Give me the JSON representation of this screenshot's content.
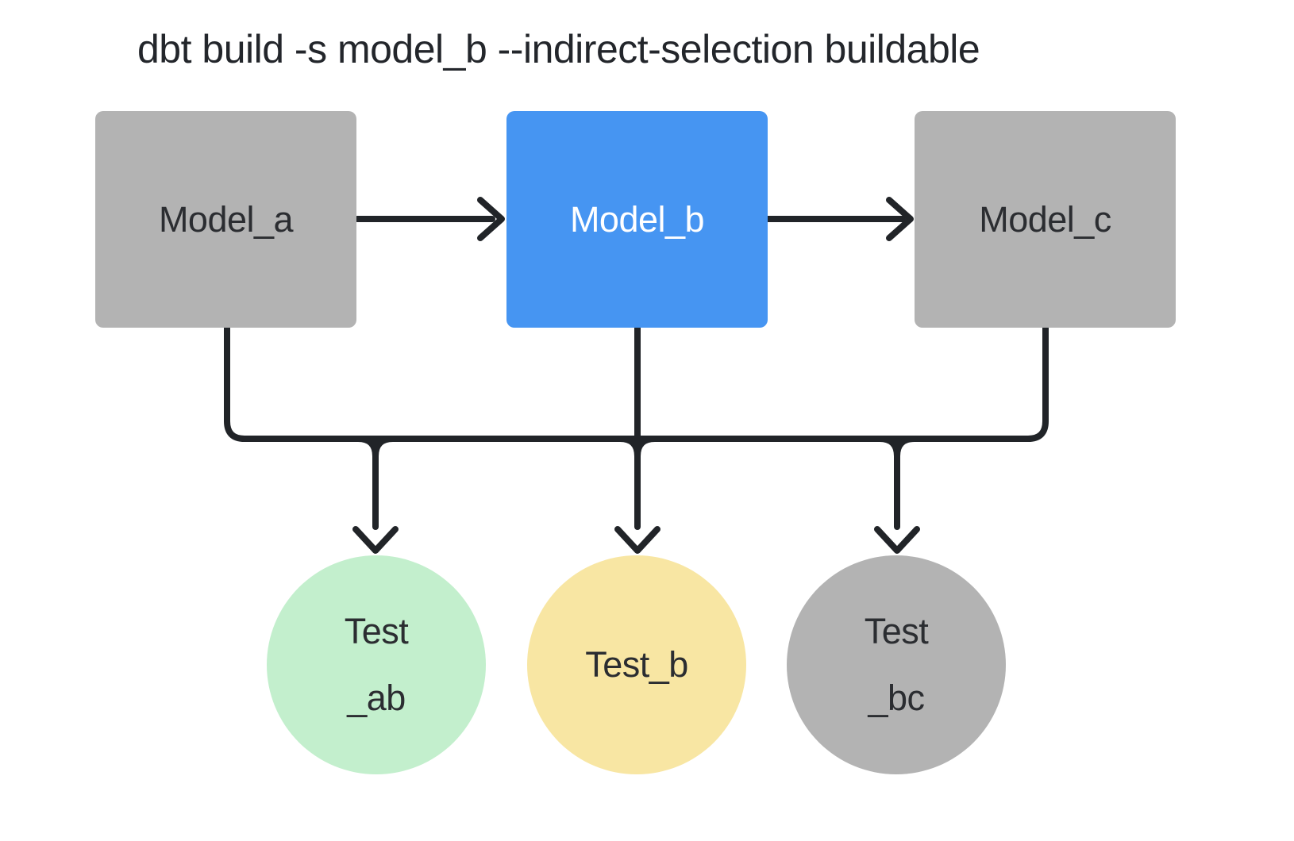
{
  "title": "dbt build -s model_b --indirect-selection buildable",
  "colors": {
    "background": "#ffffff",
    "stroke": "#212428",
    "title_text": "#23262b",
    "node_gray": "#b3b3b3",
    "node_blue": "#4695f2",
    "test_green": "#c3efcd",
    "test_yellow": "#f8e6a3",
    "node_text_dark": "#2b2d31",
    "node_text_light": "#ffffff"
  },
  "models": [
    {
      "label": "Model_a",
      "fill": "#b3b3b3",
      "text_color": "#2b2d31"
    },
    {
      "label": "Model_b",
      "fill": "#4695f2",
      "text_color": "#ffffff"
    },
    {
      "label": "Model_c",
      "fill": "#b3b3b3",
      "text_color": "#2b2d31"
    }
  ],
  "tests": [
    {
      "line1": "Test",
      "line2": "_ab",
      "fill": "#c3efcd",
      "text_color": "#2b2d31"
    },
    {
      "line1": "Test_b",
      "line2": "",
      "fill": "#f8e6a3",
      "text_color": "#2b2d31"
    },
    {
      "line1": "Test",
      "line2": "_bc",
      "fill": "#b3b3b3",
      "text_color": "#2b2d31"
    }
  ],
  "edges": {
    "model_chain": [
      {
        "from": "Model_a",
        "to": "Model_b"
      },
      {
        "from": "Model_b",
        "to": "Model_c"
      }
    ],
    "test_fanout": {
      "sources": [
        "Model_a",
        "Model_b",
        "Model_c"
      ],
      "targets": [
        "Test_ab",
        "Test_b",
        "Test_bc"
      ]
    }
  }
}
